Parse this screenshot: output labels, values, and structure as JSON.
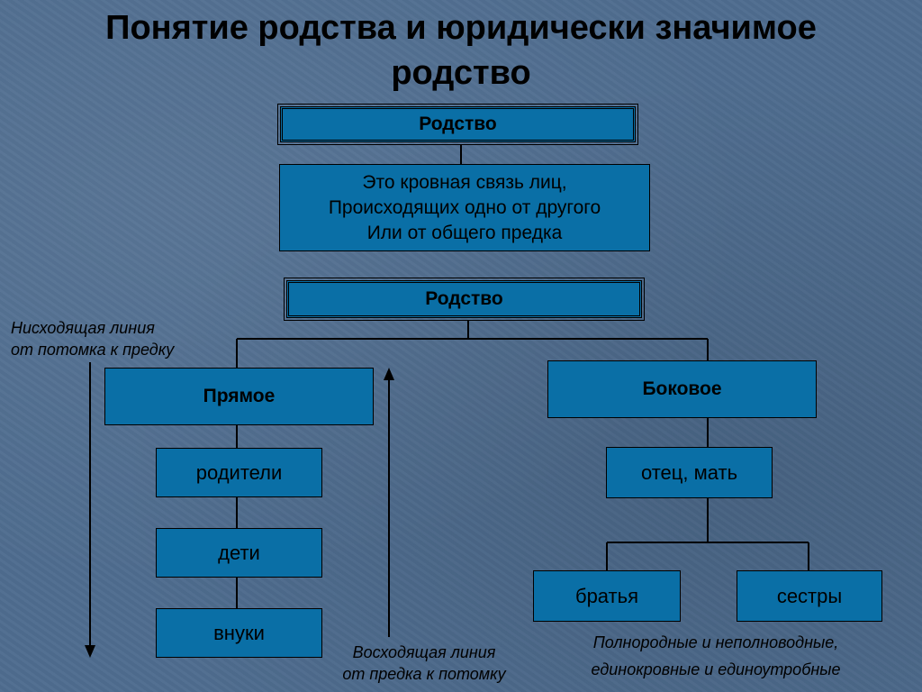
{
  "title_line1": "Понятие родства и юридически значимое",
  "title_line2": "родство",
  "box1": "Родство",
  "definition": {
    "line1": "Это кровная связь лиц,",
    "line2": "Происходящих одно от другого",
    "line3": "Или от общего предка"
  },
  "box2": "Родство",
  "direct": "Прямое",
  "lateral": "Боковое",
  "parents": "родители",
  "children": "дети",
  "grandchildren": "внуки",
  "father_mother": "отец, мать",
  "brothers": "братья",
  "sisters": "сестры",
  "descending": {
    "line1": "Нисходящая линия",
    "line2": "от потомка к предку"
  },
  "ascending": {
    "line1": "Восходящая линия",
    "line2": "от предка к потомку"
  },
  "siblings_note": {
    "line1": "Полнородные и неполноводные,",
    "line2": "единокровные и единоутробные"
  }
}
